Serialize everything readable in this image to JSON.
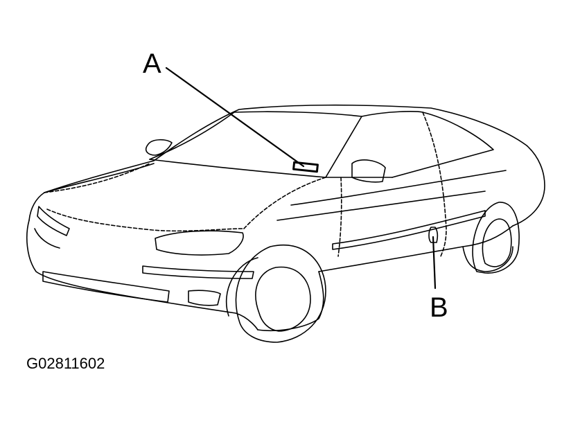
{
  "figure": {
    "callout_a": "A",
    "callout_b": "B",
    "figure_id": "G02811602"
  },
  "colors": {
    "line": "#000000",
    "background": "#ffffff"
  }
}
